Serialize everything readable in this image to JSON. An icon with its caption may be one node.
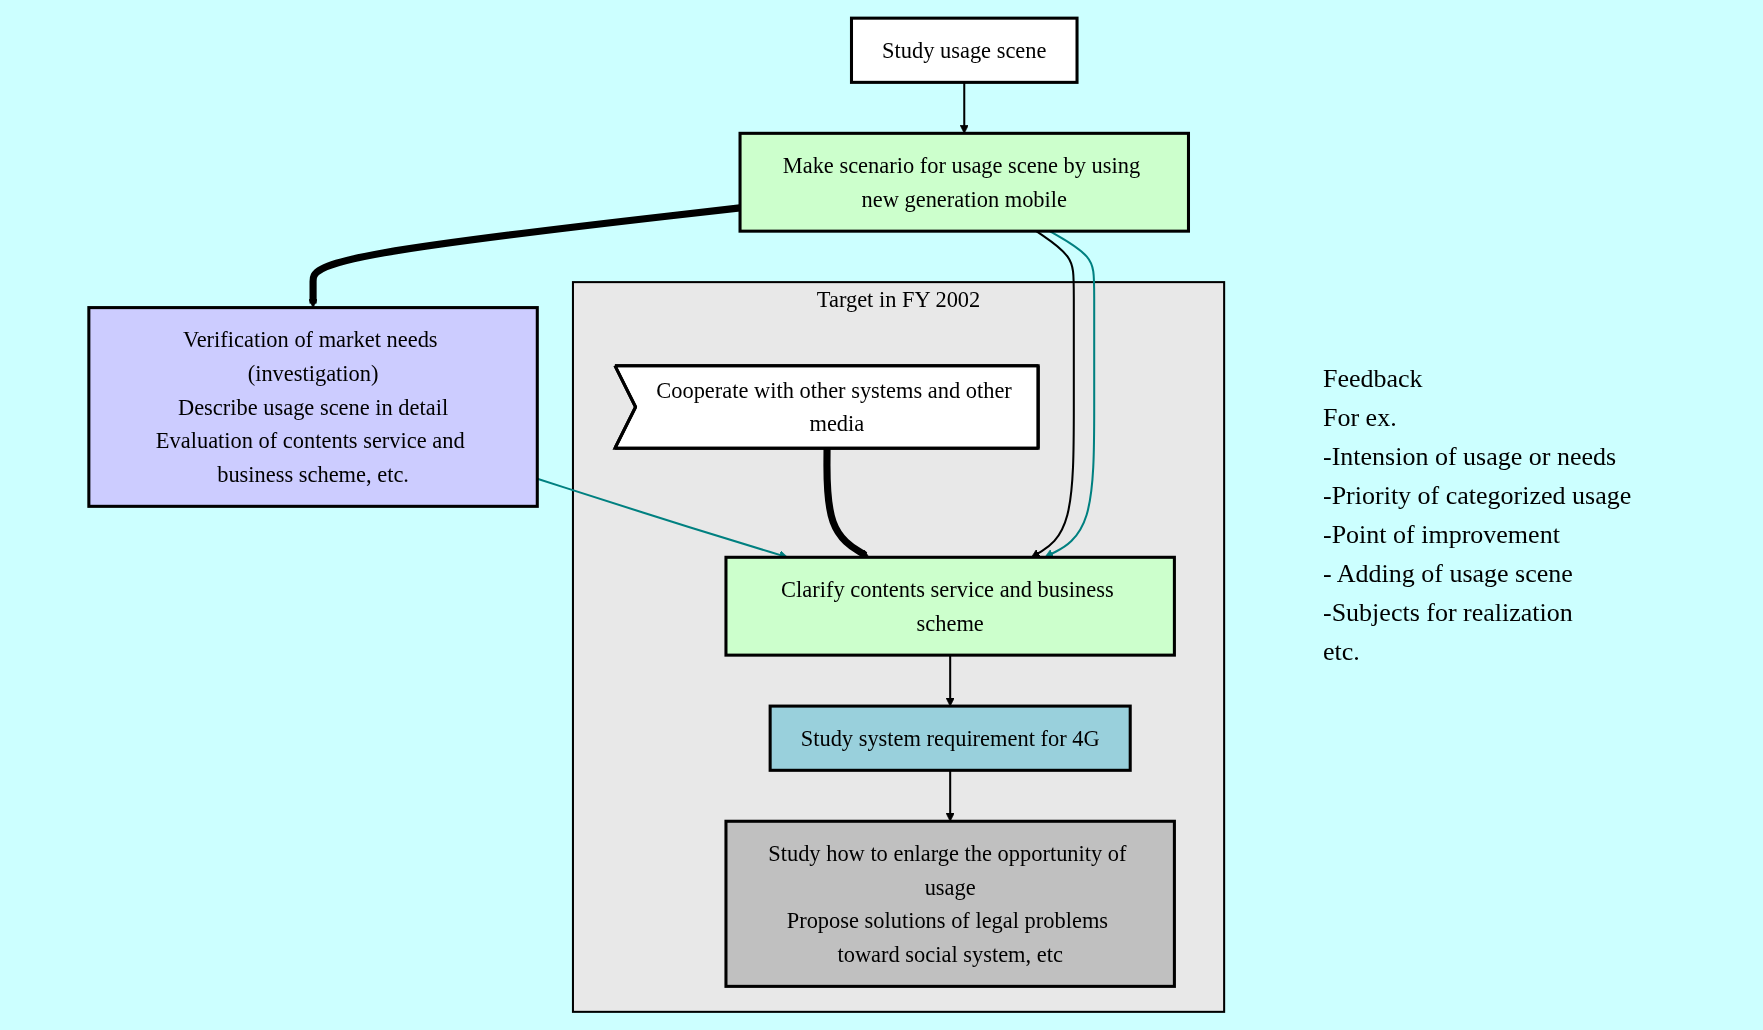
{
  "diagram": {
    "nodes": [
      {
        "text": [
          "Study usage scene"
        ]
      },
      {
        "text": [
          "Make scenario for usage scene by using new generation mobile"
        ]
      },
      {
        "text": [
          "Verification of market needs (investigation)",
          "Describe usage scene in detail",
          "Evaluation of contents service and business scheme, etc."
        ]
      },
      {
        "text": [
          "Target in FY 2002"
        ]
      },
      {
        "text": [
          "Cooperate with other systems and other media"
        ],
        "in": 3
      },
      {
        "text": [
          "Clarify contents service and business scheme"
        ],
        "in": 3
      },
      {
        "text": [
          "Study system requirement for 4G"
        ],
        "in": 3
      },
      {
        "text": [
          "Study how to enlarge the opportunity of usage",
          "Propose solutions of legal problems toward social system, etc"
        ],
        "in": 3
      }
    ],
    "edges": [
      {
        "from": 0,
        "to": 1,
        "arrow": "to"
      },
      {
        "from": 1,
        "to": 2,
        "arrow": "to",
        "style": "thick"
      },
      {
        "from": 1,
        "to": 5,
        "arrow": "to"
      },
      {
        "from": 1,
        "to": 5,
        "arrow": "to",
        "color": "#008080"
      },
      {
        "from": 2,
        "to": 5,
        "arrow": "to",
        "color": "#008080"
      },
      {
        "from": 4,
        "to": 5,
        "arrow": "to",
        "style": "thick"
      },
      {
        "from": 5,
        "to": 6,
        "arrow": "to"
      },
      {
        "from": 6,
        "to": 7,
        "arrow": "to"
      }
    ],
    "labels": [
      "Feedback",
      "For ex.",
      "-Intension of usage or needs",
      "-Priority of categorized usage",
      "-Point of improvement",
      "- Adding of usage scene",
      "-Subjects for realization",
      "etc."
    ]
  }
}
